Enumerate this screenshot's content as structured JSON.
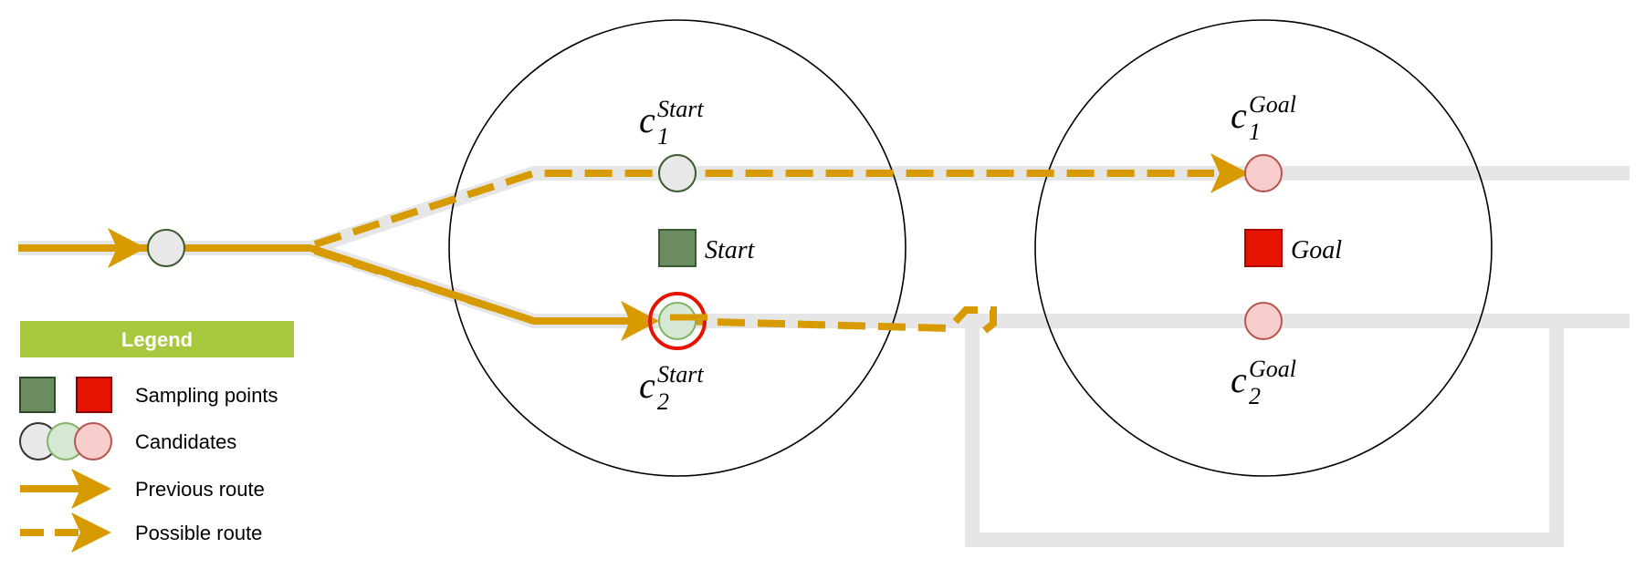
{
  "colors": {
    "road": "#e6e6e6",
    "route": "#d79b00",
    "start_point": "#6a8c5e",
    "goal_point": "#e51400",
    "candidate_gray": "#e8e8e8",
    "candidate_green": "#d5e8d4",
    "candidate_red": "#f8cecc",
    "selected_ring": "#e51400",
    "legend_header": "#a8c840"
  },
  "labels": {
    "start_text": "Start",
    "goal_text": "Goal",
    "c1_start": {
      "base": "c",
      "sub": "1",
      "sup": "Start"
    },
    "c2_start": {
      "base": "c",
      "sub": "2",
      "sup": "Start"
    },
    "c1_goal": {
      "base": "c",
      "sub": "1",
      "sup": "Goal"
    },
    "c2_goal": {
      "base": "c",
      "sub": "2",
      "sup": "Goal"
    }
  },
  "legend": {
    "title": "Legend",
    "items": [
      {
        "label": "Sampling points"
      },
      {
        "label": "Candidates"
      },
      {
        "label": "Previous route"
      },
      {
        "label": "Possible route"
      }
    ]
  }
}
